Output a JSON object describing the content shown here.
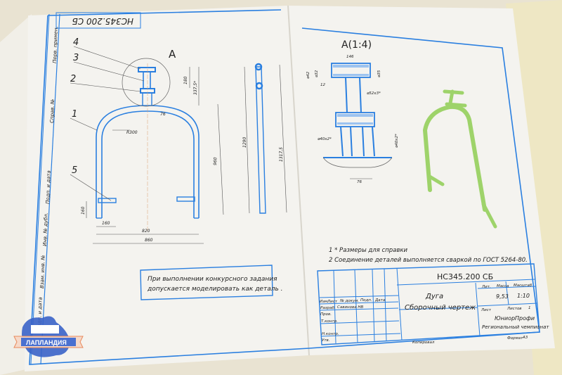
{
  "drawing": {
    "code_stamp": "НС345.200 СБ",
    "view_label": "А",
    "detail_label": "А(1:4)",
    "callouts": [
      "1",
      "2",
      "3",
      "4",
      "5"
    ],
    "dims_front": {
      "radius": "R300",
      "d76": "76",
      "h180": "180",
      "h3375": "337,5*",
      "h960": "960",
      "h160": "160",
      "w160": "160",
      "w820": "820",
      "w860": "860"
    },
    "dims_side": {
      "h1290": "1290",
      "h13175": "1317,5"
    },
    "dims_detail": {
      "w146": "146",
      "d42": "⌀42",
      "d32": "⌀32",
      "d35": "⌀35",
      "s12": "12",
      "p52": "⌀52х3*",
      "p40a": "⌀40х2*",
      "p40b": "⌀40х2*",
      "w76": "76"
    },
    "note_box": [
      "При выполнении конкурсного задания",
      "допускается моделировать как деталь ."
    ],
    "notes": [
      "1  * Размеры для справки",
      "2  Соединение деталей выполняется сваркой по ГОСТ 5264-80."
    ],
    "side_labels": [
      "Перв. примен.",
      "Справ. №",
      "Подп. и дата",
      "Инв. № дубл.",
      "Взам. инв. №",
      "Подп. и дата"
    ]
  },
  "title_block": {
    "code": "НС345.200 СБ",
    "name_line1": "Дуга",
    "name_line2": "Сборочный чертеж",
    "headers": {
      "lit": "Лит.",
      "mass": "Масса",
      "scale": "Масштаб"
    },
    "mass": "9,53",
    "scale": "1:10",
    "sheet_label": "Лист",
    "sheets_label": "Листов",
    "sheets": "1",
    "org_line1": "ЮниорПрофи",
    "org_line2": "Региональный чемпионат",
    "format_label": "Формат",
    "format": "А3",
    "copied_label": "Копировал",
    "cols": [
      "Изм.",
      "Лист",
      "№ докум.",
      "Подп.",
      "Дата"
    ],
    "rows": [
      "Разраб.",
      "Пров.",
      "Т.контр.",
      "Н.контр.",
      "Утв."
    ],
    "developer": "Савинова НВ"
  },
  "watermark": {
    "text": "ЛАПЛАНДИЯ"
  },
  "colors": {
    "line": "#2a7fe0",
    "model": "#9ed36a",
    "paper": "#f4f3ef"
  }
}
